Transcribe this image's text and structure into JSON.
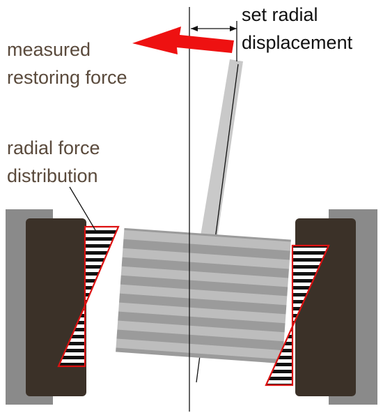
{
  "labels": {
    "displacement_line1": "set radial",
    "displacement_line2": "displacement",
    "force_line1": "measured",
    "force_line2": "restoring force",
    "distribution_line1": "radial force",
    "distribution_line2": "distribution"
  },
  "colors": {
    "label_text": "#5a4a3c",
    "label_dark": "#111111",
    "arrow": "#ee1111",
    "hatch_outline": "#dd1111",
    "magnet": "#3b3128",
    "housing": "#8a8a8a",
    "rotor_light": "#bdbdbd",
    "rotor_dark": "#9a9a9a",
    "shaft": "#c9c9c9"
  }
}
